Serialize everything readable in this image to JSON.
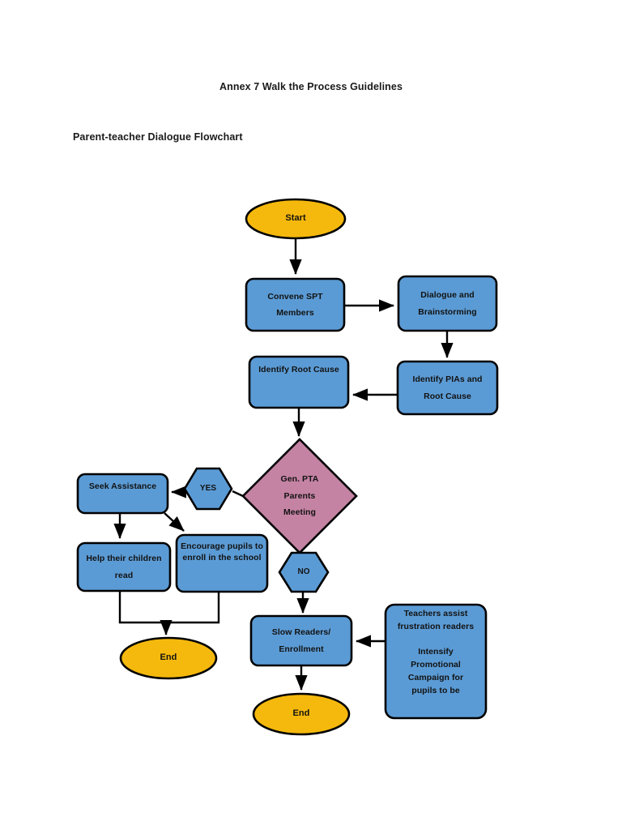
{
  "document": {
    "header": "Annex 7 Walk the Process Guidelines",
    "subtitle": "Parent-teacher Dialogue Flowchart"
  },
  "palette": {
    "terminator_fill": "#F5B90D",
    "process_fill": "#5B9BD5",
    "decision_fill": "#C583A4",
    "stroke": "#000000",
    "text": "#121212",
    "page_background": "#FFFFFF"
  },
  "flowchart": {
    "title": "Parent-teacher Dialogue Flowchart",
    "nodes": [
      {
        "id": "start",
        "shape": "ellipse",
        "label": "Start"
      },
      {
        "id": "convene",
        "shape": "rounded-rect",
        "label": "Convene SPT\nMembers"
      },
      {
        "id": "dialogue",
        "shape": "rounded-rect",
        "label": "Dialogue and\nBrainstorming"
      },
      {
        "id": "pias",
        "shape": "rounded-rect",
        "label": "Identify PIAs and\nRoot Cause"
      },
      {
        "id": "rootcause",
        "shape": "rounded-rect",
        "label": "Identify Root  Cause"
      },
      {
        "id": "pta",
        "shape": "diamond",
        "label": "Gen. PTA\nParents\nMeeting"
      },
      {
        "id": "yes",
        "shape": "hexagon",
        "label": "YES"
      },
      {
        "id": "no",
        "shape": "hexagon",
        "label": "NO"
      },
      {
        "id": "seek",
        "shape": "rounded-rect",
        "label": "Seek Assistance"
      },
      {
        "id": "help",
        "shape": "rounded-rect",
        "label": "Help their children\nread"
      },
      {
        "id": "encourage",
        "shape": "rounded-rect",
        "label": "Encourage pupils to\nenroll in the school"
      },
      {
        "id": "end-left",
        "shape": "ellipse",
        "label": "End"
      },
      {
        "id": "slow",
        "shape": "rounded-rect",
        "label": "Slow Readers/\nEnrollment"
      },
      {
        "id": "teachers",
        "shape": "rounded-rect",
        "label": "Teachers assist\nfrustration readers\n\nIntensify\nPromotional\nCampaign for\npupils to be"
      },
      {
        "id": "end-center",
        "shape": "ellipse",
        "label": "End"
      }
    ],
    "edges": [
      {
        "from": "start",
        "to": "convene",
        "kind": "arrow-down"
      },
      {
        "from": "convene",
        "to": "dialogue",
        "kind": "arrow-right"
      },
      {
        "from": "dialogue",
        "to": "pias",
        "kind": "arrow-down"
      },
      {
        "from": "pias",
        "to": "rootcause",
        "kind": "arrow-left"
      },
      {
        "from": "rootcause",
        "to": "pta",
        "kind": "arrow-down"
      },
      {
        "from": "pta",
        "to": "yes",
        "kind": "line-left"
      },
      {
        "from": "yes",
        "to": "seek",
        "kind": "arrow-left"
      },
      {
        "from": "seek",
        "to": "help",
        "kind": "arrow-down"
      },
      {
        "from": "seek",
        "to": "encourage",
        "kind": "arrow-diagonal"
      },
      {
        "from": "help",
        "to": "end-left",
        "kind": "merge-arrow-down"
      },
      {
        "from": "encourage",
        "to": "end-left",
        "kind": "merge-arrow-down"
      },
      {
        "from": "pta",
        "to": "no",
        "kind": "line-down"
      },
      {
        "from": "no",
        "to": "slow",
        "kind": "arrow-down"
      },
      {
        "from": "teachers",
        "to": "slow",
        "kind": "arrow-left"
      },
      {
        "from": "slow",
        "to": "end-center",
        "kind": "arrow-down"
      }
    ]
  }
}
